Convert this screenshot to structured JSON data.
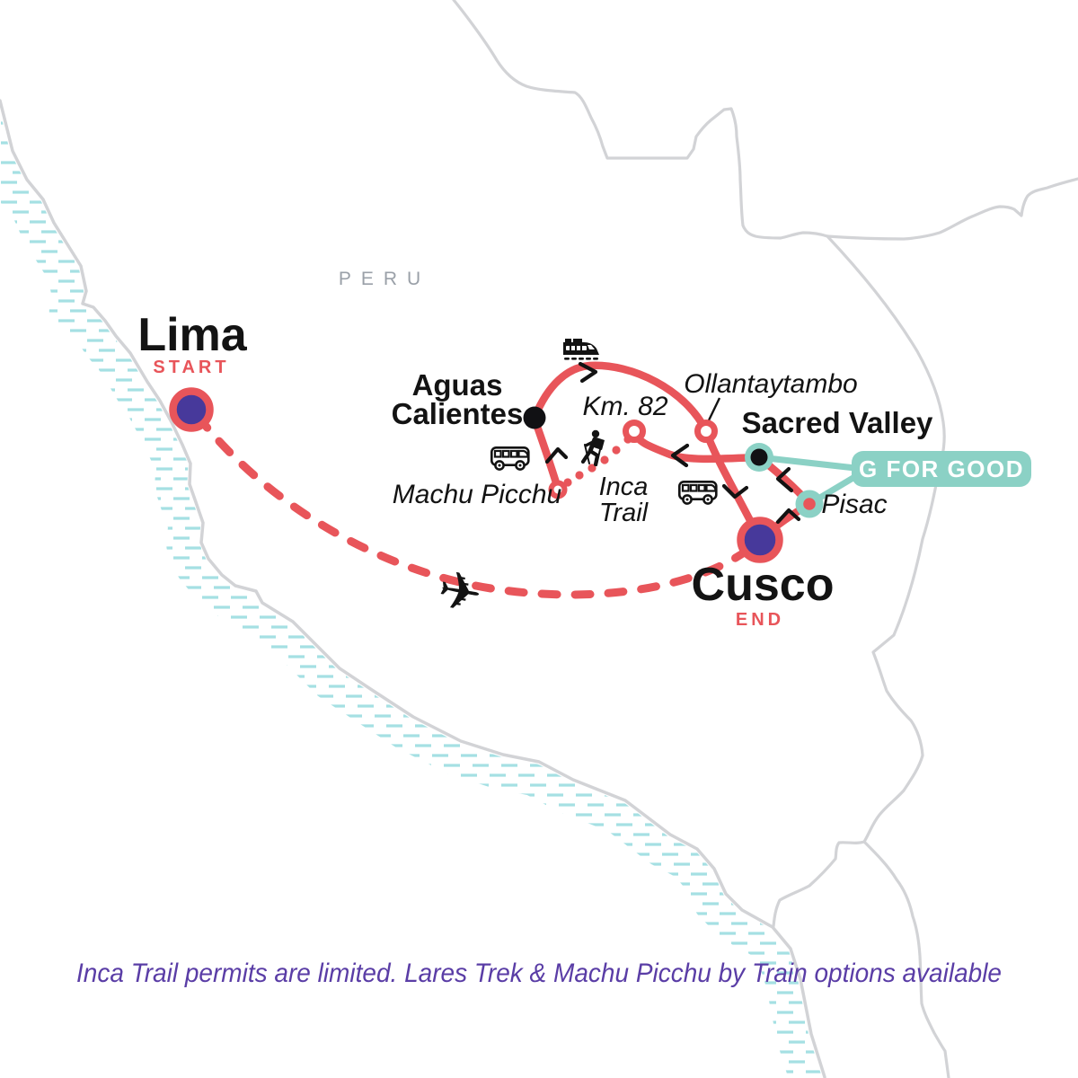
{
  "region_label": "PERU",
  "places": {
    "lima": {
      "name": "Lima",
      "tag": "START"
    },
    "cusco": {
      "name": "Cusco",
      "tag": "END"
    },
    "aguas_calientes": {
      "name_line1": "Aguas",
      "name_line2": "Calientes"
    },
    "machu_picchu": {
      "name": "Machu Picchu"
    },
    "inca_trail": {
      "name_line1": "Inca",
      "name_line2": "Trail"
    },
    "km_82": {
      "name": "Km. 82"
    },
    "ollantaytambo": {
      "name": "Ollantaytambo"
    },
    "sacred_valley": {
      "name": "Sacred Valley"
    },
    "pisac": {
      "name": "Pisac"
    }
  },
  "badge": {
    "label": "G FOR GOOD"
  },
  "footnote": "Inca Trail permits are limited. Lares Trek & Machu Picchu by Train options available",
  "icons": {
    "airplane": "airplane-icon",
    "airplane_glyph": "✈",
    "train": "train-icon",
    "bus": "bus-icon",
    "hiker": "hiker-icon"
  },
  "colors": {
    "route_red": "#E8555A",
    "marker_purple": "#47399B",
    "teal": "#8BD1C5",
    "hatch_teal": "#A5E0E3",
    "border_gray": "#D2D3D6",
    "ink": "#131313",
    "dot_black": "#111114",
    "note_purple": "#5A3DA6",
    "region_gray": "#9AA0A8",
    "white": "#FFFFFF"
  }
}
